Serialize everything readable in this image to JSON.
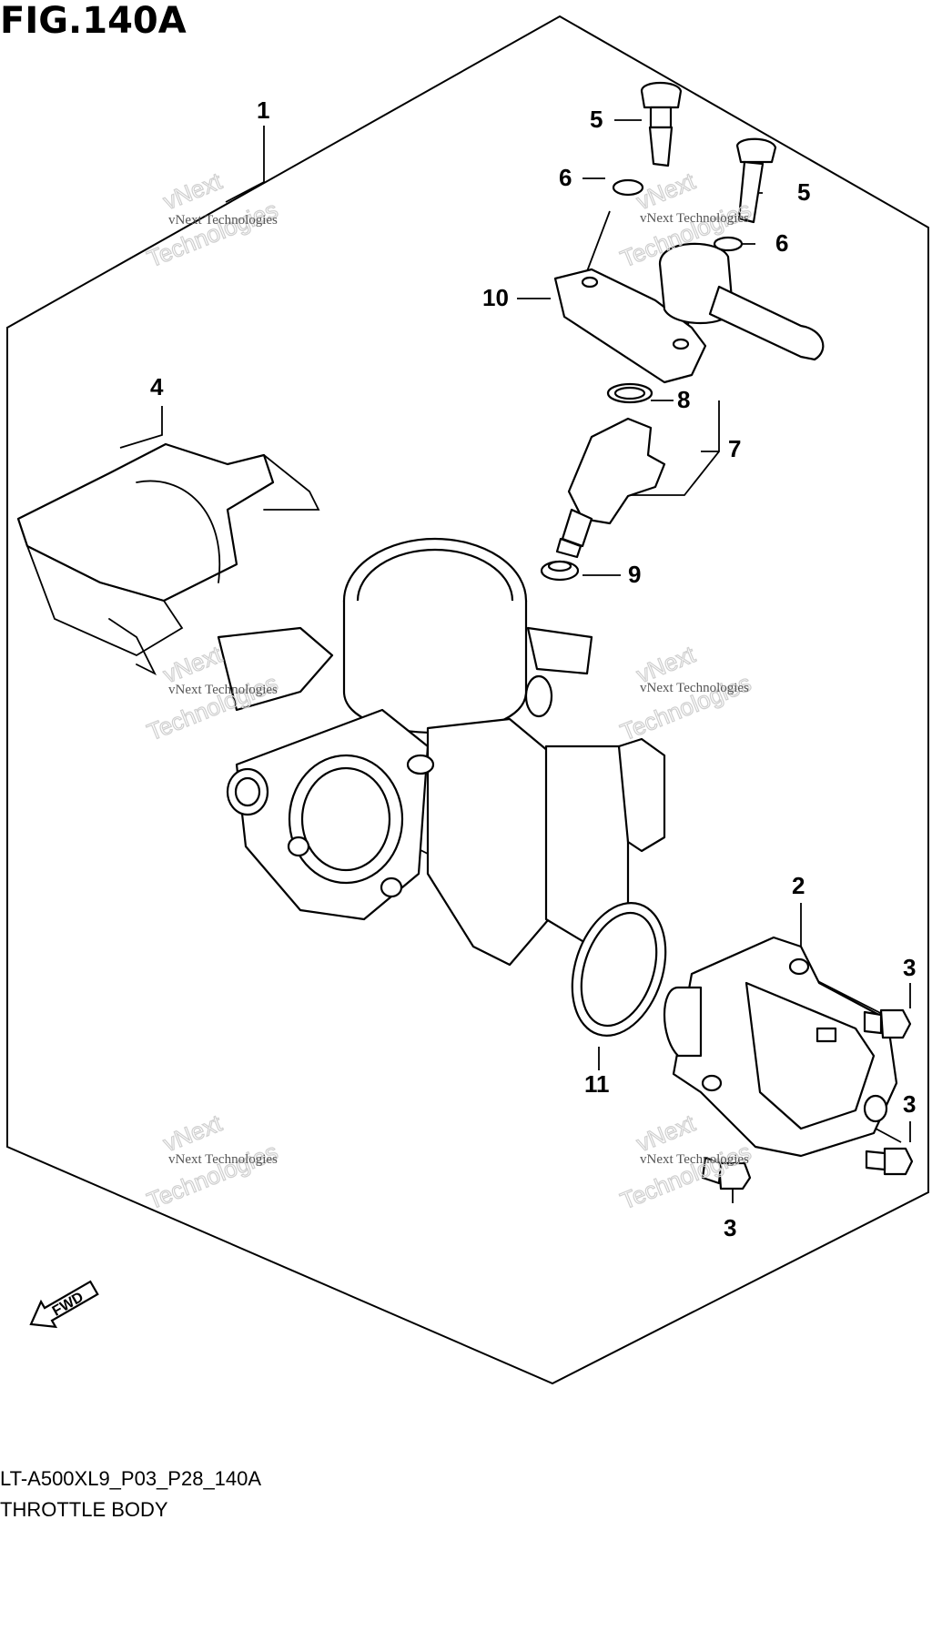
{
  "figure": {
    "title": "FIG.140A",
    "code": "LT-A500XL9_P03_P28_140A",
    "name": "THROTTLE BODY"
  },
  "callouts": {
    "c1": "1",
    "c2": "2",
    "c3a": "3",
    "c3b": "3",
    "c3c": "3",
    "c4": "4",
    "c5a": "5",
    "c5b": "5",
    "c6a": "6",
    "c6b": "6",
    "c7": "7",
    "c8": "8",
    "c9": "9",
    "c10": "10",
    "c11": "11"
  },
  "direction_label": "FWD",
  "watermark": {
    "brand": "vNext",
    "line": "vNext Technologies",
    "big": "Technologies"
  }
}
